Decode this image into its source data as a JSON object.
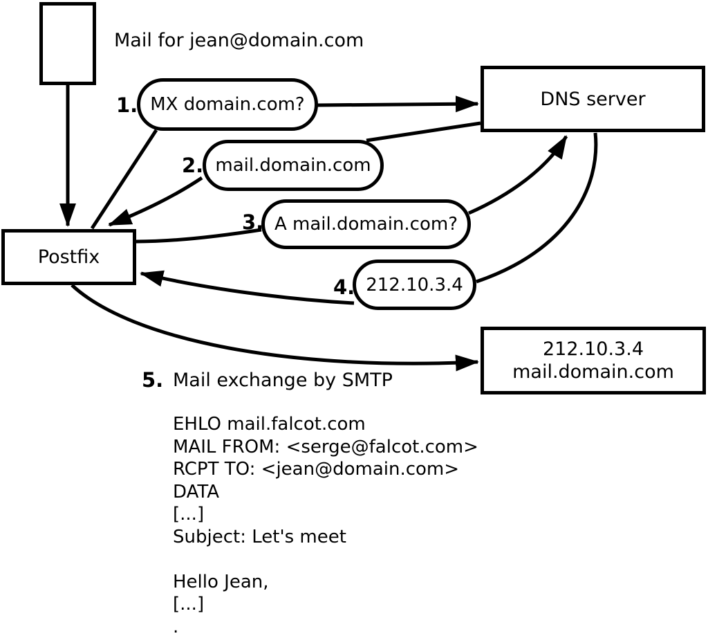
{
  "canvas": {
    "background": "#ffffff",
    "stroke_color": "#000000"
  },
  "header": {
    "title": "Mail for jean@domain.com"
  },
  "nodes": {
    "postfix": {
      "label": "Postfix"
    },
    "dns_server": {
      "label": "DNS server"
    },
    "mail_server": {
      "line1": "212.10.3.4",
      "line2": "mail.domain.com"
    }
  },
  "steps": [
    {
      "num": "1.",
      "label": "MX domain.com?"
    },
    {
      "num": "2.",
      "label": "mail.domain.com"
    },
    {
      "num": "3.",
      "label": "A mail.domain.com?"
    },
    {
      "num": "4.",
      "label": "212.10.3.4"
    },
    {
      "num": "5.",
      "label": "Mail exchange by SMTP"
    }
  ],
  "smtp_session": {
    "lines": [
      "EHLO mail.falcot.com",
      "MAIL FROM: <serge@falcot.com>",
      "RCPT TO: <jean@domain.com>",
      "DATA",
      "[...]",
      "Subject: Let's meet",
      "",
      "Hello Jean,",
      "[...]",
      "."
    ]
  }
}
